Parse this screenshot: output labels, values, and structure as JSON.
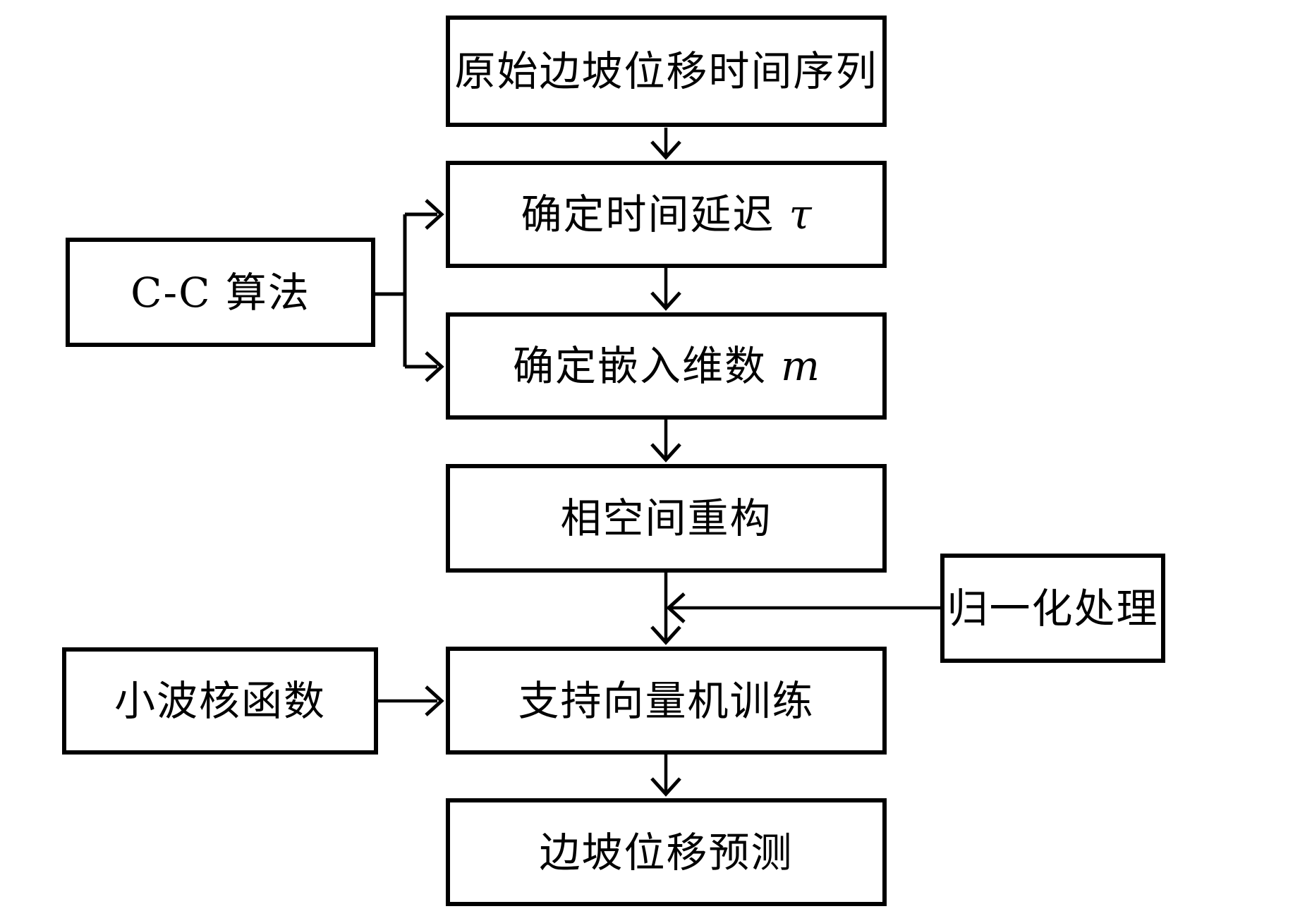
{
  "diagram": {
    "background_color": "#ffffff",
    "stroke_color": "#000000",
    "boxes": {
      "original_series": {
        "label": "原始边坡位移时间序列"
      },
      "time_delay": {
        "label": "确定时间延迟",
        "symbol": "τ"
      },
      "embedding_dimension": {
        "label": "确定嵌入维数",
        "symbol": "m"
      },
      "cc_algorithm": {
        "label": "C-C 算法"
      },
      "phase_space": {
        "label": "相空间重构"
      },
      "normalization": {
        "label": "归一化处理"
      },
      "wavelet_kernel": {
        "label": "小波核函数"
      },
      "svm_training": {
        "label": "支持向量机训练"
      },
      "slope_prediction": {
        "label": "边坡位移预测"
      }
    }
  }
}
